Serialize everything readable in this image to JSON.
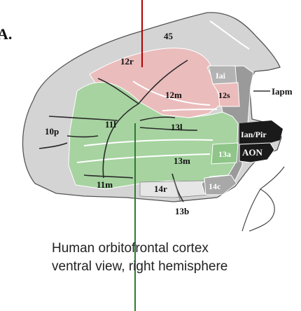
{
  "figure": {
    "panel_letter": "A.",
    "caption_line1": "Human orbitofrontal cortex",
    "caption_line2": "ventral view, right hemisphere",
    "areas": {
      "a45": "45",
      "a12r": "12r",
      "a12m": "12m",
      "a11l": "11l",
      "a13l": "13l",
      "a10p": "10p",
      "a13m": "13m",
      "a11m": "11m",
      "a14r": "14r",
      "a13b": "13b",
      "a14c": "14c",
      "a13a": "13a",
      "iai": "Iai",
      "a12s": "12s",
      "iapm": "Iapm",
      "ianpir": "Ian/Pir",
      "aon": "AON"
    },
    "colors": {
      "gray_region": "#d4d4d4",
      "dark_gray_region": "#9a9a9a",
      "pink_region": "#ebbcbc",
      "green_region": "#a6d3a0",
      "black_region": "#1a1a1a",
      "red_line": "#b00000",
      "green_line": "#2f7a2f"
    }
  }
}
